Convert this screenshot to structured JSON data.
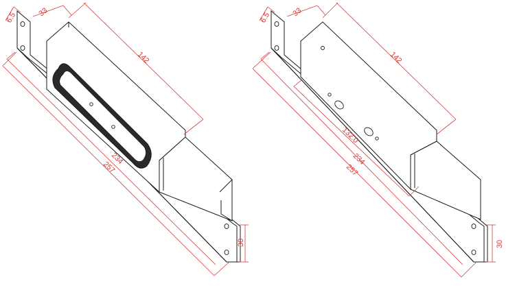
{
  "colors": {
    "outline": "#1a1a1a",
    "dimension": "#d63a3a",
    "background": "#ffffff"
  },
  "views": [
    {
      "name": "left",
      "dims": {
        "offset": "6.5",
        "flange": "33",
        "window_length": "142",
        "inner_length": "234",
        "overall_length": "257",
        "height": "30"
      }
    },
    {
      "name": "right",
      "dims": {
        "offset": "6.5",
        "flange": "33",
        "window_length": "142",
        "hole_span": "132.0",
        "inner_length": "234",
        "overall_length": "257",
        "height": "30"
      }
    }
  ]
}
